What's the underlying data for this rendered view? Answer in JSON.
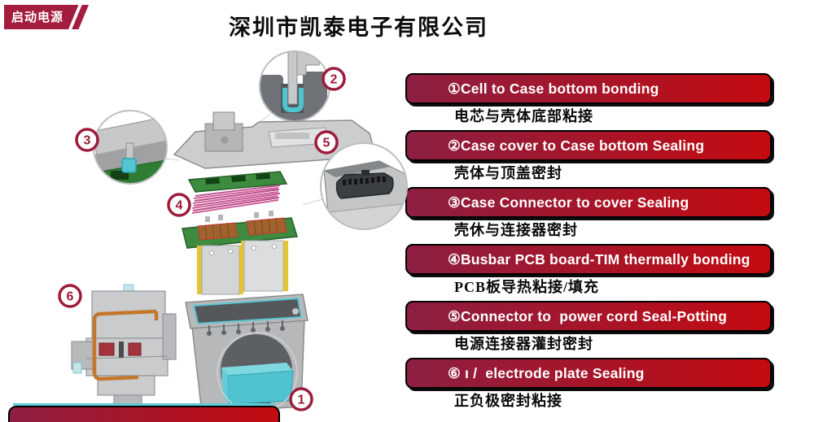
{
  "header": {
    "badge_label": "启动电源",
    "title": "深圳市凯泰电子有限公司"
  },
  "steps": [
    {
      "num": "1",
      "label_en": "①Cell to Case bottom bonding",
      "caption_zh": "电芯与壳体底部粘接"
    },
    {
      "num": "2",
      "label_en": "②Case cover to Case bottom Sealing",
      "caption_zh": "壳体与顶盖密封"
    },
    {
      "num": "3",
      "label_en": "③Case Connector to cover Sealing",
      "caption_zh": "壳休与连接器密封"
    },
    {
      "num": "4",
      "label_en": "④Busbar PCB board-TIM thermally bonding",
      "caption_zh": "PCB板导热粘接/填充"
    },
    {
      "num": "5",
      "label_en": "⑤Connector to  power cord Seal-Potting",
      "caption_zh": "电源连接器灌封密封"
    },
    {
      "num": "6",
      "label_en": "⑥ ı /  electrode plate Sealing",
      "caption_zh": "正负极密封粘接"
    }
  ],
  "diagram": {
    "callouts": [
      {
        "num": "1"
      },
      {
        "num": "2"
      },
      {
        "num": "3"
      },
      {
        "num": "4"
      },
      {
        "num": "5"
      },
      {
        "num": "6"
      }
    ]
  },
  "colors": {
    "accent_crimson": "#9e1b3b",
    "banner_left": "#8d1f41",
    "banner_right": "#c40b10",
    "badge_bg": "#a41d3e",
    "seal_teal": "#4fc3d0",
    "pcb_green": "#3d8b3e",
    "copper": "#a2622d",
    "wire_pink": "#d05f9b",
    "cell_yellow": "#e2c435",
    "gasket_orange": "#c4772b",
    "seal_red_block": "#a5333b"
  }
}
